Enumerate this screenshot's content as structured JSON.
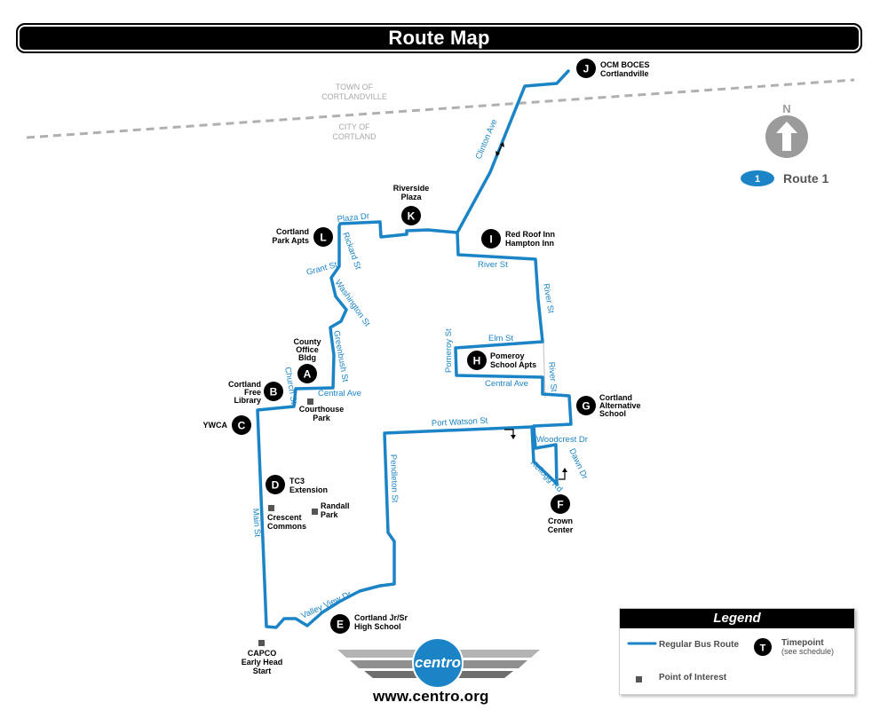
{
  "title": "Route Map",
  "boundary": {
    "north_line1": "TOWN OF",
    "north_line2": "CORTLANDVILLE",
    "south_line1": "CITY OF",
    "south_line2": "CORTLAND"
  },
  "north_label": "N",
  "route_badge": {
    "number": "1",
    "label": "Route 1",
    "color": "#1b84c6"
  },
  "streets": {
    "clinton": "Clinton Ave",
    "plaza": "Plaza Dr",
    "rickard": "Rickard St",
    "grant": "Grant St",
    "washington": "Washington St",
    "greenbush": "Greenbush St",
    "church": "Church St",
    "central_w": "Central Ave",
    "river": "River St",
    "river_n": "River St",
    "river_s": "River St",
    "elm": "Elm St",
    "pomeroy": "Pomeroy St",
    "central_e": "Central Ave",
    "port_watson": "Port Watson St",
    "woodcrest": "Woodcrest Dr",
    "dawn": "Dawn Dr",
    "kellogg": "Kellogg Rd",
    "pendleton": "Pendleton St",
    "main": "Main St",
    "valley_view": "Valley View Dr"
  },
  "stops": {
    "J": {
      "letter": "J",
      "line1": "OCM BOCES",
      "line2": "Cortlandville"
    },
    "K": {
      "letter": "K",
      "line1": "Riverside",
      "line2": "Plaza"
    },
    "L": {
      "letter": "L",
      "line1": "Cortland",
      "line2": "Park Apts"
    },
    "I": {
      "letter": "I",
      "line1": "Red Roof Inn",
      "line2": "Hampton Inn"
    },
    "A": {
      "letter": "A",
      "line1": "County",
      "line2": "Office",
      "line3": "Bldg"
    },
    "B": {
      "letter": "B",
      "line1": "Cortland",
      "line2": "Free",
      "line3": "Library"
    },
    "C": {
      "letter": "C",
      "line1": "YWCA"
    },
    "H": {
      "letter": "H",
      "line1": "Pomeroy",
      "line2": "School Apts"
    },
    "G": {
      "letter": "G",
      "line1": "Cortland",
      "line2": "Alternative",
      "line3": "School"
    },
    "D": {
      "letter": "D",
      "line1": "TC3",
      "line2": "Extension"
    },
    "F": {
      "letter": "F",
      "line1": "Crown",
      "line2": "Center"
    },
    "E": {
      "letter": "E",
      "line1": "Cortland Jr/Sr",
      "line2": "High School"
    }
  },
  "points_of_interest": {
    "courthouse": {
      "line1": "Courthouse",
      "line2": "Park"
    },
    "crescent": {
      "line1": "Crescent",
      "line2": "Commons"
    },
    "randall": {
      "line1": "Randall",
      "line2": "Park"
    },
    "capco": {
      "line1": "CAPCO",
      "line2": "Early Head",
      "line3": "Start"
    }
  },
  "logo": {
    "text": "centro"
  },
  "website": "www.centro.org",
  "legend": {
    "title": "Legend",
    "regular_route": "Regular Bus Route",
    "timepoint": "Timepoint",
    "timepoint_sub": "(see schedule)",
    "timepoint_letter": "T",
    "poi": "Point of Interest"
  },
  "colors": {
    "route": "#1b84c6",
    "stop": "#000000",
    "boundary": "#a9a9a9",
    "compass": "#9b9b9b"
  }
}
